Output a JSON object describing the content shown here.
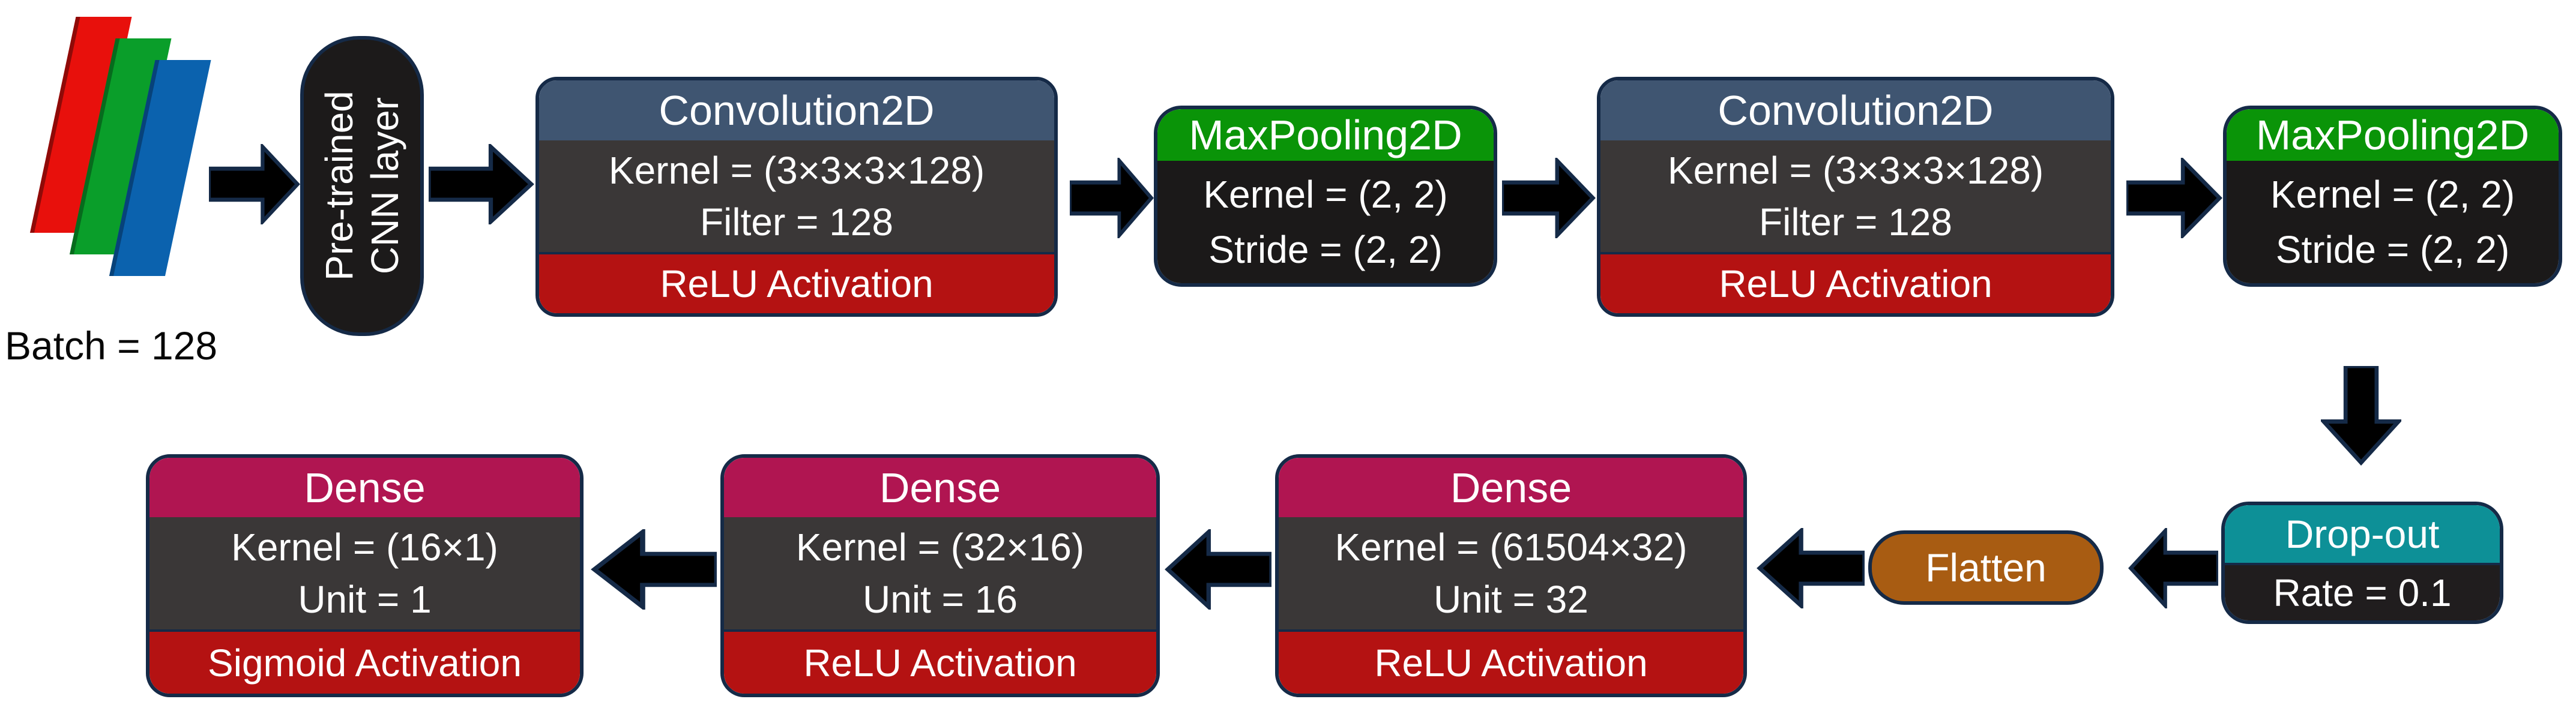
{
  "diagram": {
    "input": {
      "batch_label": "Batch = 128"
    },
    "pretrained": {
      "line1": "Pre-trained",
      "line2": "CNN layer"
    },
    "conv1": {
      "title": "Convolution2D",
      "kernel": "Kernel = (3×3×3×128)",
      "filter": "Filter = 128",
      "activation": "ReLU Activation"
    },
    "pool1": {
      "title": "MaxPooling2D",
      "kernel": "Kernel = (2, 2)",
      "stride": "Stride = (2, 2)"
    },
    "conv2": {
      "title": "Convolution2D",
      "kernel": "Kernel = (3×3×3×128)",
      "filter": "Filter = 128",
      "activation": "ReLU Activation"
    },
    "pool2": {
      "title": "MaxPooling2D",
      "kernel": "Kernel = (2, 2)",
      "stride": "Stride = (2, 2)"
    },
    "dropout": {
      "title": "Drop-out",
      "rate": "Rate = 0.1"
    },
    "flatten": {
      "title": "Flatten"
    },
    "dense1": {
      "title": "Dense",
      "kernel": "Kernel = (61504×32)",
      "unit": "Unit = 32",
      "activation": "ReLU Activation"
    },
    "dense2": {
      "title": "Dense",
      "kernel": "Kernel = (32×16)",
      "unit": "Unit = 16",
      "activation": "ReLU Activation"
    },
    "dense3": {
      "title": "Dense",
      "kernel": "Kernel = (16×1)",
      "unit": "Unit = 1",
      "activation": "Sigmoid Activation"
    }
  },
  "colors": {
    "conv_header": "#3f5571",
    "pool_header": "#0a9408",
    "dense_header": "#b01551",
    "dropout_header": "#0d9097",
    "flatten_fill": "#a85c12",
    "activation_red": "#b41212",
    "body_dark": "#3a3737",
    "border_navy": "#152a47",
    "plane_red": "#e8100c",
    "plane_green": "#0a9e2a",
    "plane_blue": "#0b62ae",
    "arrow_fill": "#000000"
  }
}
